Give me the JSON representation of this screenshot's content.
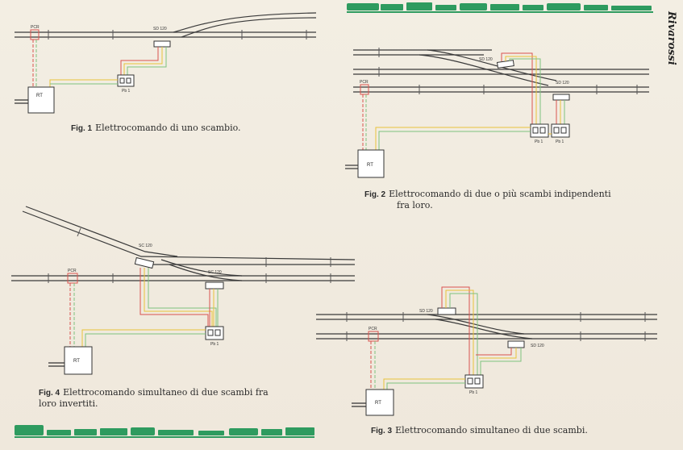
{
  "brand": "Rivarossi",
  "colors": {
    "train_green": "#2e9b5f",
    "red_wire": "#d9534f",
    "yellow_wire": "#e8c23a",
    "green_wire": "#7ec27e",
    "track": "#3a3a3a"
  },
  "figures": [
    {
      "id": "fig1",
      "number": "Fig. 1",
      "caption": "Elettrocomando di uno scambio.",
      "labels": {
        "pcr": "PCR",
        "switch": "SD 120",
        "rt": "RT",
        "pb": "Pb 1"
      }
    },
    {
      "id": "fig2",
      "number": "Fig. 2",
      "caption_line1": "Elettrocomando di due o più scambi indipendenti",
      "caption_line2": "fra loro.",
      "labels": {
        "pcr": "PCR",
        "switch_a": "SD 120",
        "switch_b": "SD 120",
        "rt": "RT",
        "pb_a": "Pb 1",
        "pb_b": "Pb 1"
      }
    },
    {
      "id": "fig4",
      "number": "Fig. 4",
      "caption_line1": "Elettrocomando simultaneo di due scambi fra",
      "caption_line2": "loro invertiti.",
      "labels": {
        "pcr": "PCR",
        "switch_a": "SC 120",
        "switch_b": "SC 120",
        "rt": "RT",
        "pb": "Pb 1"
      }
    },
    {
      "id": "fig3",
      "number": "Fig. 3",
      "caption": "Elettrocomando simultaneo di due scambi.",
      "labels": {
        "pcr": "PCR",
        "switch_a": "SD 120",
        "switch_b": "SD 120",
        "rt": "RT",
        "pb": "Pb 1"
      }
    }
  ]
}
